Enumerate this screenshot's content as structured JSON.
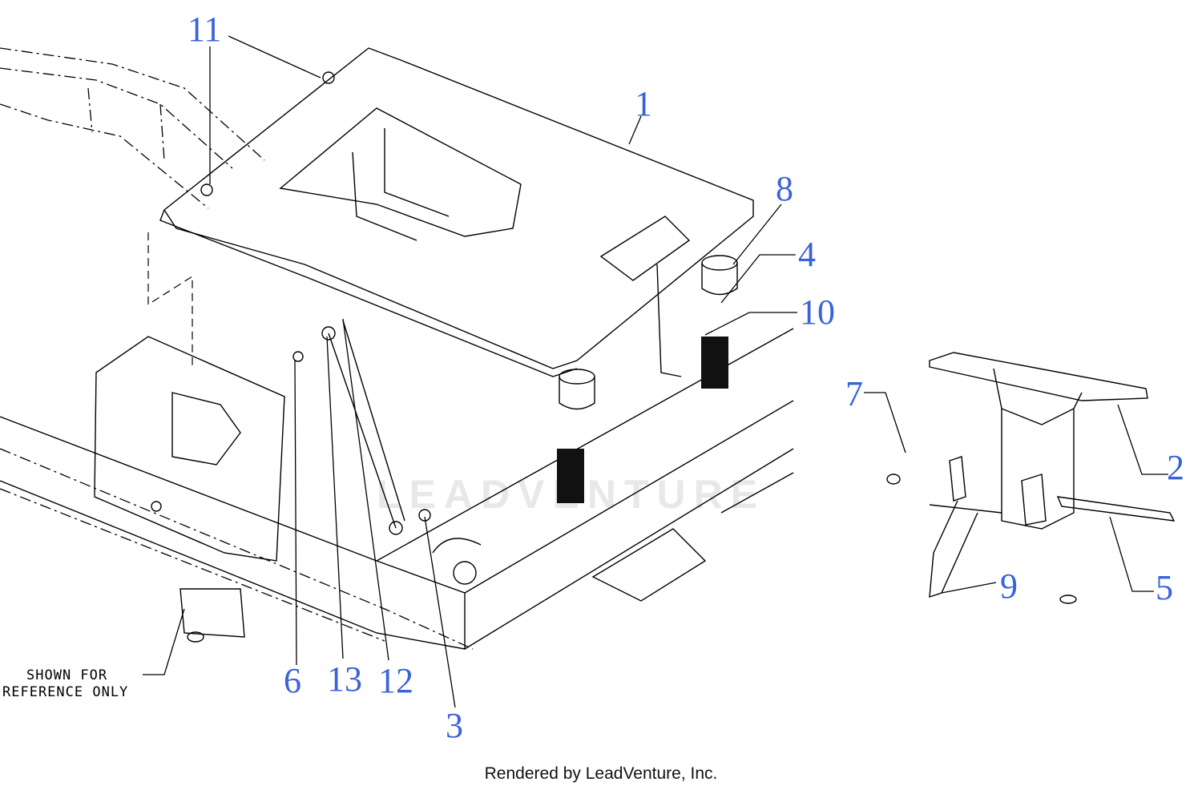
{
  "diagram": {
    "callouts": [
      {
        "id": "11",
        "label": "11"
      },
      {
        "id": "1",
        "label": "1"
      },
      {
        "id": "8",
        "label": "8"
      },
      {
        "id": "4",
        "label": "4"
      },
      {
        "id": "10",
        "label": "10"
      },
      {
        "id": "7",
        "label": "7"
      },
      {
        "id": "2",
        "label": "2"
      },
      {
        "id": "9",
        "label": "9"
      },
      {
        "id": "5",
        "label": "5"
      },
      {
        "id": "6",
        "label": "6"
      },
      {
        "id": "13",
        "label": "13"
      },
      {
        "id": "12",
        "label": "12"
      },
      {
        "id": "3",
        "label": "3"
      }
    ],
    "reference_note": [
      "SHOWN FOR",
      "REFERENCE ONLY"
    ],
    "watermark": "LEADVENTURE",
    "footer": "Rendered by LeadVenture, Inc.",
    "colors": {
      "callout": "#3a63d8",
      "line": "#000000"
    }
  }
}
